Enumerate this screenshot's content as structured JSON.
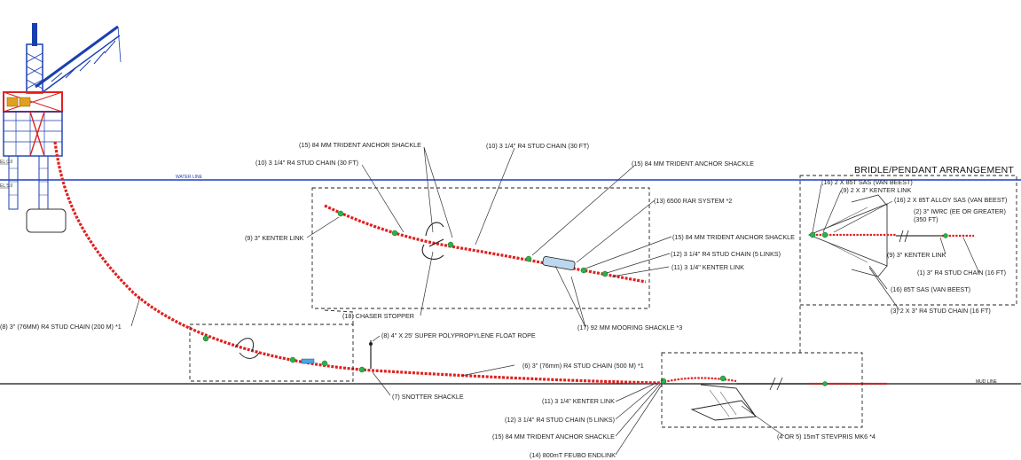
{
  "panel_title": "BRIDLE/PENDANT ARRANGEMENT",
  "water_line_label": "WATER LINE",
  "mud_line_label": "MUD LINE",
  "colors": {
    "water": "#1f3fc4",
    "chain": "#e02020",
    "hardware_green": "#2bb24a",
    "hardware_blue": "#4da3e6",
    "rig": "#1a3fb0"
  },
  "labels": {
    "trident_15_top": "(15) 84 MM TRIDENT ANCHOR SHACKLE",
    "chain_10_top": "(10) 3 1/4\" R4 STUD CHAIN (30 FT)",
    "chain_10_left": "(10) 3 1/4\" R4 STUD CHAIN (30 FT)",
    "trident_15_right": "(15) 84 MM TRIDENT ANCHOR SHACKLE",
    "kenter_9": "(9) 3\" KENTER LINK",
    "rar_13": "(13) 6500 RAR SYSTEM *2",
    "trident_15_mid": "(15) 84 MM TRIDENT ANCHOR SHACKLE",
    "chain_12_mid": "(12) 3 1/4\" R4 STUD CHAIN (5 LINKS)",
    "kenter_11_mid": "(11) 3 1/4\" KENTER LINK",
    "chaser_18": "(18) CHASER STOPPER",
    "mooring_17": "(17) 92 MM MOORING SHACKLE  *3",
    "stud_8": "(8) 3\" (76MM) R4 STUD CHAIN (200 M) *1",
    "rope_8": "(8) 4\" X 25' SUPER POLYPROPYLENE FLOAT ROPE",
    "chain_6": "(6) 3\" (76mm) R4 STUD  CHAIN (500 M) *1",
    "snotter_7": "(7) SNOTTER SHACKLE",
    "kenter_11_bot": "(11) 3 1/4\" KENTER LINK",
    "chain_12_bot": "(12) 3 1/4\" R4 STUD CHAIN (5 LINKS)",
    "trident_15_bot": "(15) 84 MM TRIDENT ANCHOR SHACKLE",
    "feubo_14": "(14) 800mT FEUBO ENDLINK",
    "stevpris": "(4 OR 5) 15mT STEVPRIS MK6 *4"
  },
  "bridle": {
    "sas16_a": "(16) 2 X 85T SAS (VAN BEEST)",
    "kenter_9a": "(9) 2 X 3\" KENTER LINK",
    "alloy_16": "(16) 2 X 85T ALLOY SAS (VAN BEEST)",
    "iwrc_2": "(2) 3\" IWRC (EE OR GREATER)",
    "ft350": "(350 FT)",
    "kenter_9b": "(9) 3\" KENTER LINK",
    "stud_1": "(1) 3\" R4 STUD CHAIN  (16 FT)",
    "sas16_b": "(16) 85T SAS (VAN BEEST)",
    "stud_3": "(3) 2 X 3\" R4 STUD CHAIN (16 FT)"
  },
  "platform_labels": [
    "EL 0.0",
    "EL 5.0"
  ]
}
